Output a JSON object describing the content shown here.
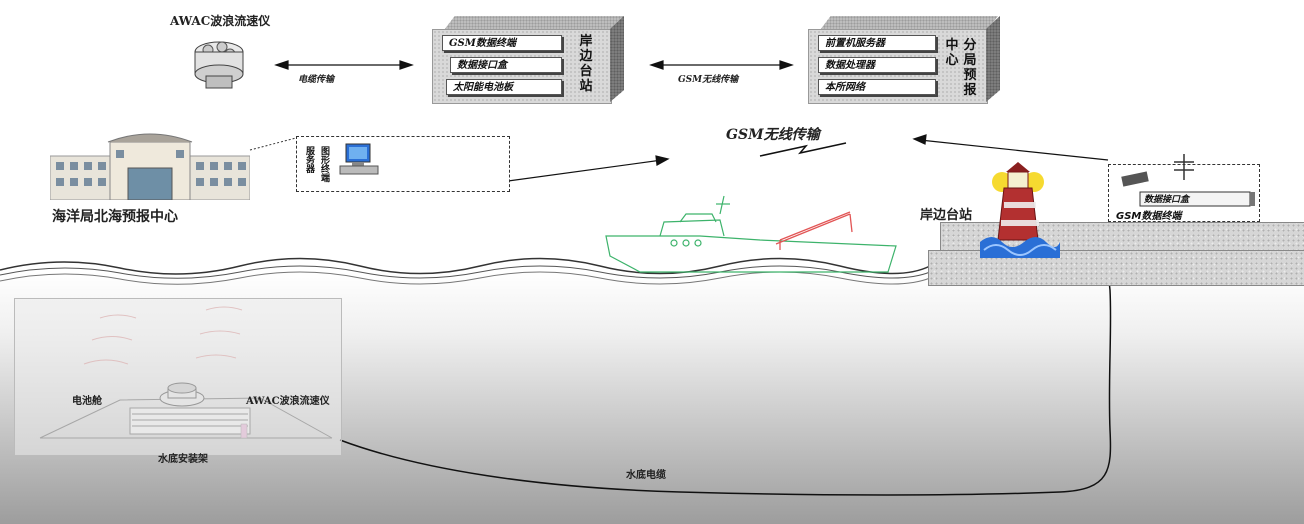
{
  "top": {
    "awac_title": "AWAC波浪流速仪",
    "cable_label": "电缆传输",
    "gsm_label_top": "GSM无线传输",
    "shore_station": {
      "side_title": [
        "岸",
        "边",
        "台",
        "站"
      ],
      "modules": [
        "GSM数据终端",
        "数据接口盒",
        "太阳能电池板"
      ]
    },
    "forecast_center": {
      "side_title_a": [
        "中",
        "心"
      ],
      "side_title_b": [
        "分",
        "局",
        "预",
        "报"
      ],
      "modules": [
        "前置机服务器",
        "数据处理器",
        "本所网络"
      ]
    }
  },
  "middle": {
    "center_name": "海洋局北海预报中心",
    "terminal_labels": [
      "服务器",
      "图形终端"
    ],
    "gsm_main_label": "GSM无线传输",
    "shore_station_label": "岸边台站",
    "terminal_box": {
      "interface_label": "数据接口盒",
      "gsm_terminal_label": "GSM数据终端"
    }
  },
  "underwater": {
    "battery_label": "电池舱",
    "awac_label": "AWAC波浪流速仪",
    "mount_label": "水底安装架",
    "cable_label": "水底电缆"
  },
  "colors": {
    "ship": "#3db36b",
    "crane": "#e25555",
    "light": "#f5d40c",
    "water": "#2a6fd6"
  }
}
